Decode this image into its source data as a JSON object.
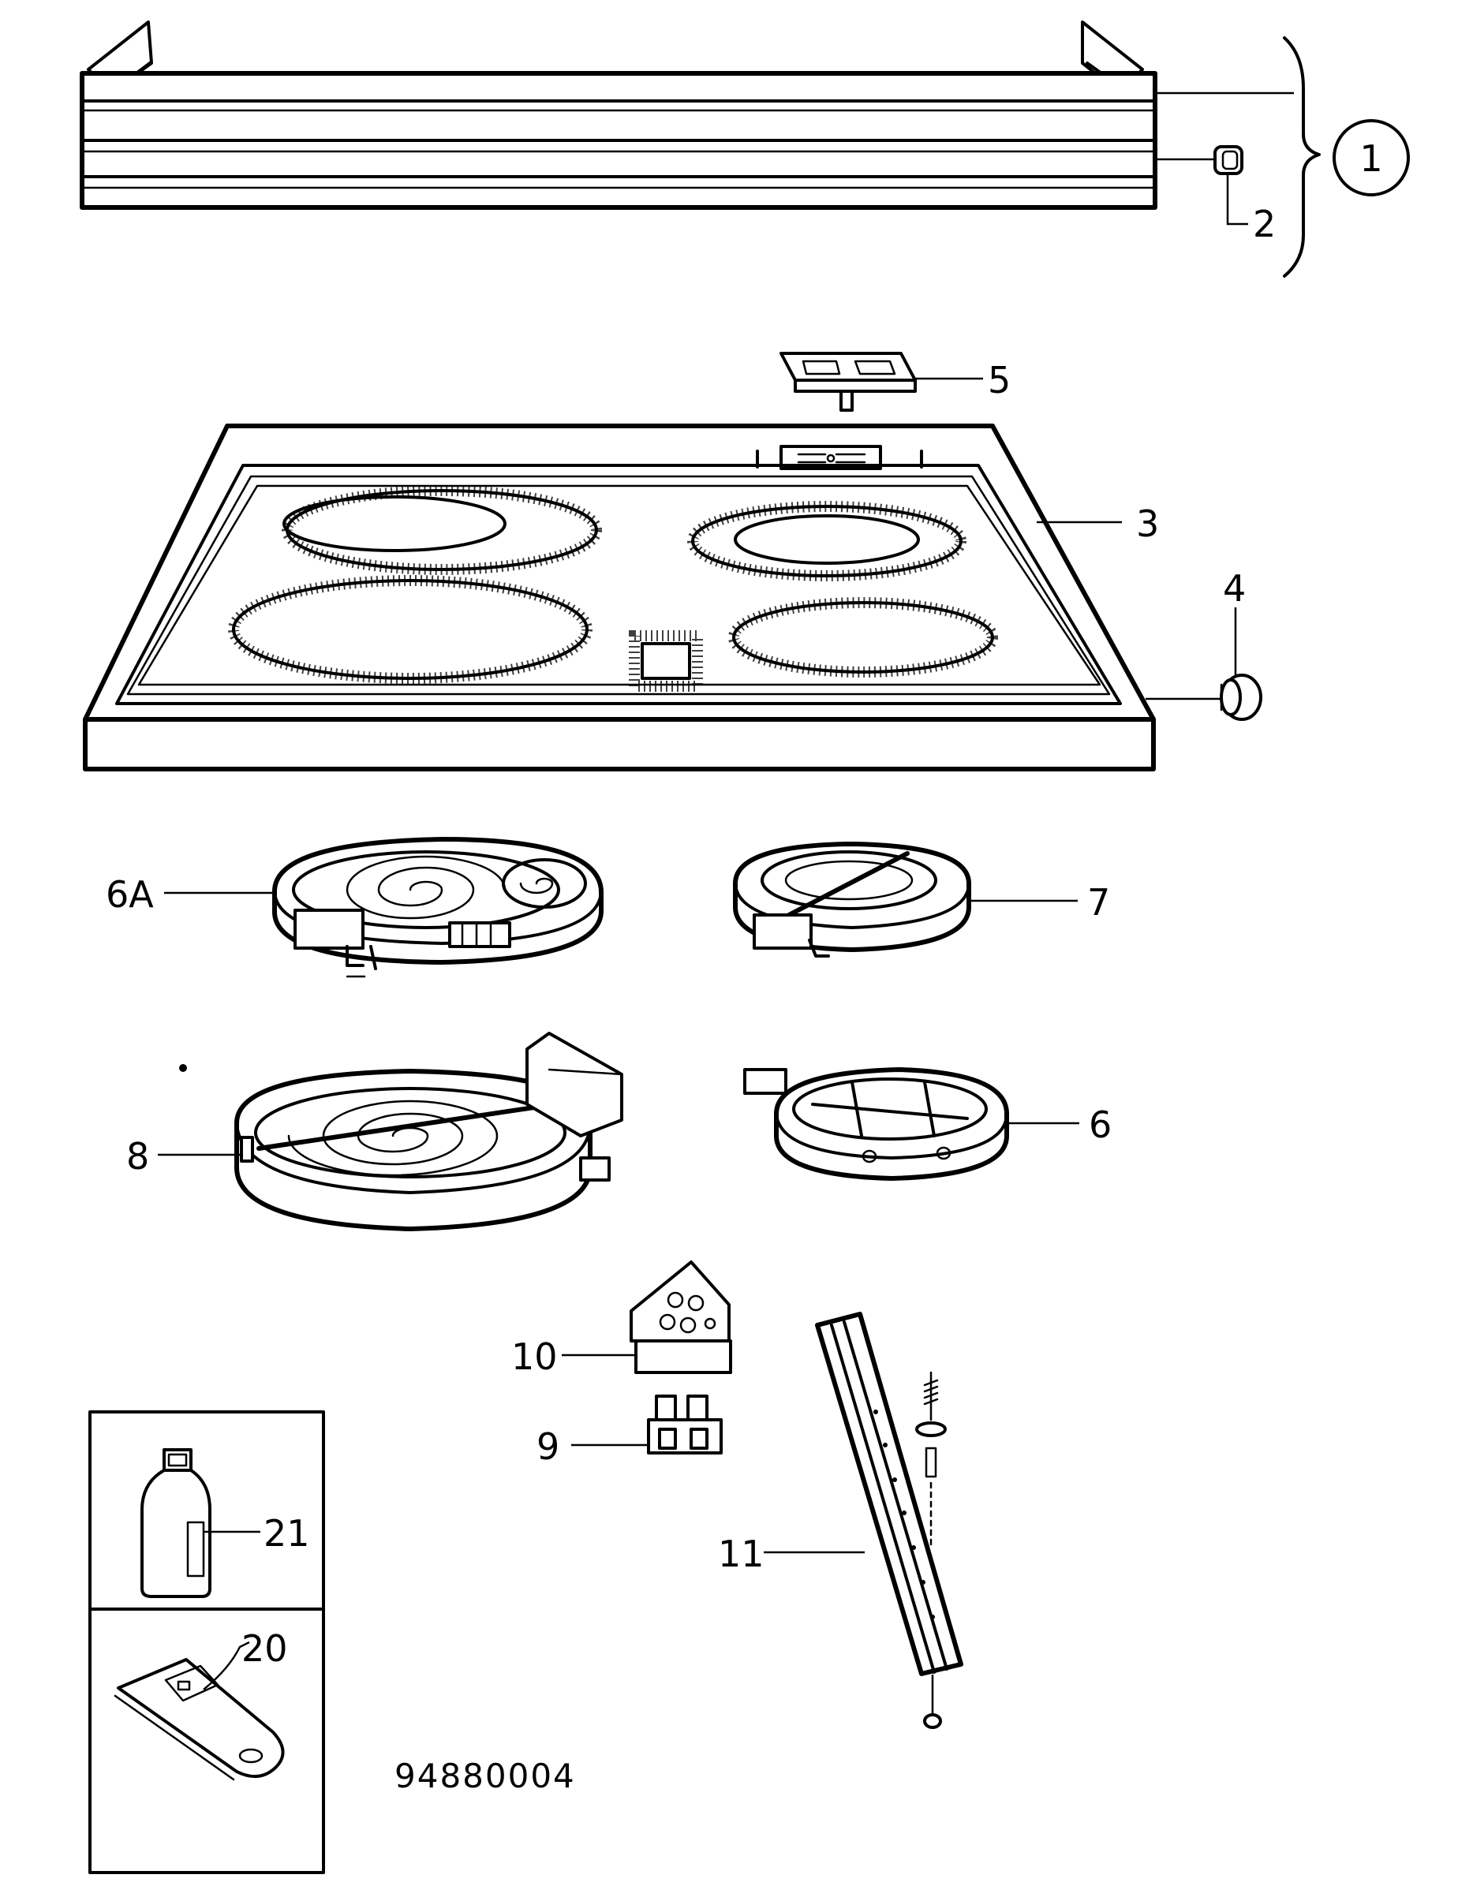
{
  "diagram": {
    "drawing_number": "94880004",
    "callouts": {
      "c1": "1",
      "c2": "2",
      "c3": "3",
      "c4": "4",
      "c5": "5",
      "c6": "6",
      "c6a": "6A",
      "c7": "7",
      "c8": "8",
      "c9": "9",
      "c10": "10",
      "c11": "11",
      "c20": "20",
      "c21": "21"
    }
  }
}
